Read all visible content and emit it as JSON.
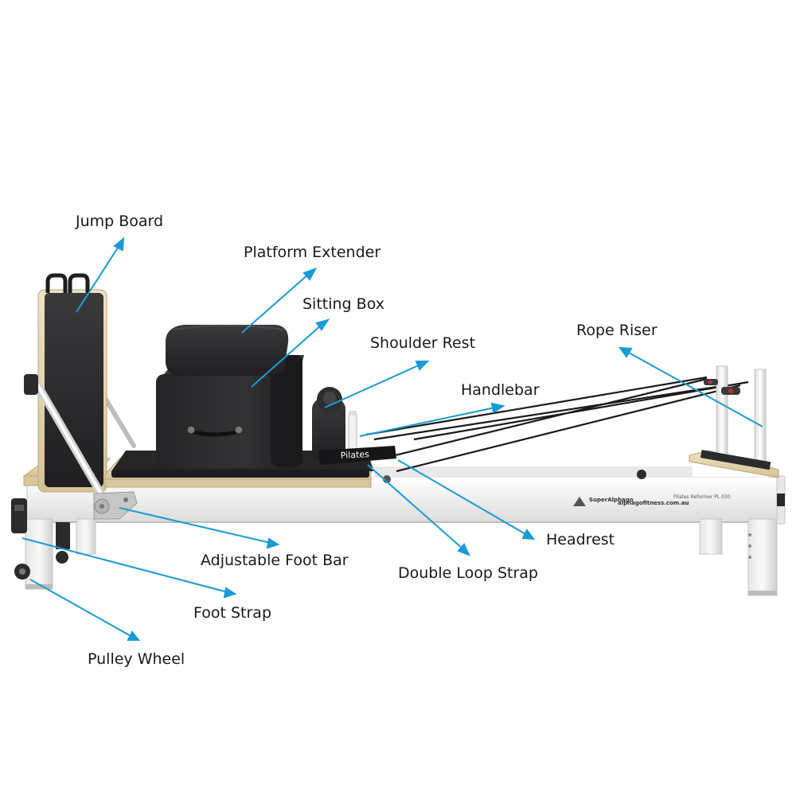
{
  "labels": {
    "jump_board": "Jump Board",
    "platform_extender": "Platform Extender",
    "sitting_box": "Sitting Box",
    "shoulder_rest": "Shoulder Rest",
    "handlebar": "Handlebar",
    "rope_riser": "Rope Riser",
    "headrest": "Headrest",
    "double_loop_strap": "Double Loop Strap",
    "adjustable_foot_bar": "Adjustable Foot Bar",
    "foot_strap": "Foot Strap",
    "pulley_wheel": "Pulley Wheel"
  },
  "branding": {
    "brand_name": "SuperAlphago",
    "site": "alphagofitness.com.au",
    "model": "Pilates Reformer PL 030",
    "strap_text": "Pilates"
  },
  "colors": {
    "arrow": "#1a9bd7",
    "frame": "#f2f2f0",
    "upholstery": "#2b2b2d",
    "wood": "#e3d2ad"
  }
}
